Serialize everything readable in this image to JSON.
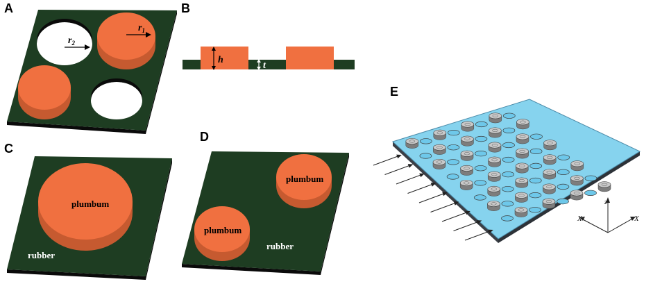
{
  "panels": {
    "a": {
      "letter": "A",
      "r1": "r",
      "r1_sub": "1",
      "r2": "r",
      "r2_sub": "2"
    },
    "b": {
      "letter": "B",
      "h": "h",
      "t": "t"
    },
    "c": {
      "letter": "C",
      "plumbum": "plumbum",
      "rubber": "rubber"
    },
    "d": {
      "letter": "D",
      "plumbum_top": "plumbum",
      "plumbum_bottom": "plumbum",
      "rubber": "rubber"
    },
    "e": {
      "letter": "E",
      "axis_x_left": "X",
      "axis_x_right": "X",
      "axis_z": "z"
    }
  },
  "colors": {
    "plate": "#1e3d22",
    "plate_edge": "#0a0a0a",
    "lead_top": "#f07040",
    "lead_side": "#c65a30",
    "hole": "#ffffff",
    "cyan": "#86d3ee",
    "cylinder": "#b8b8b8"
  }
}
